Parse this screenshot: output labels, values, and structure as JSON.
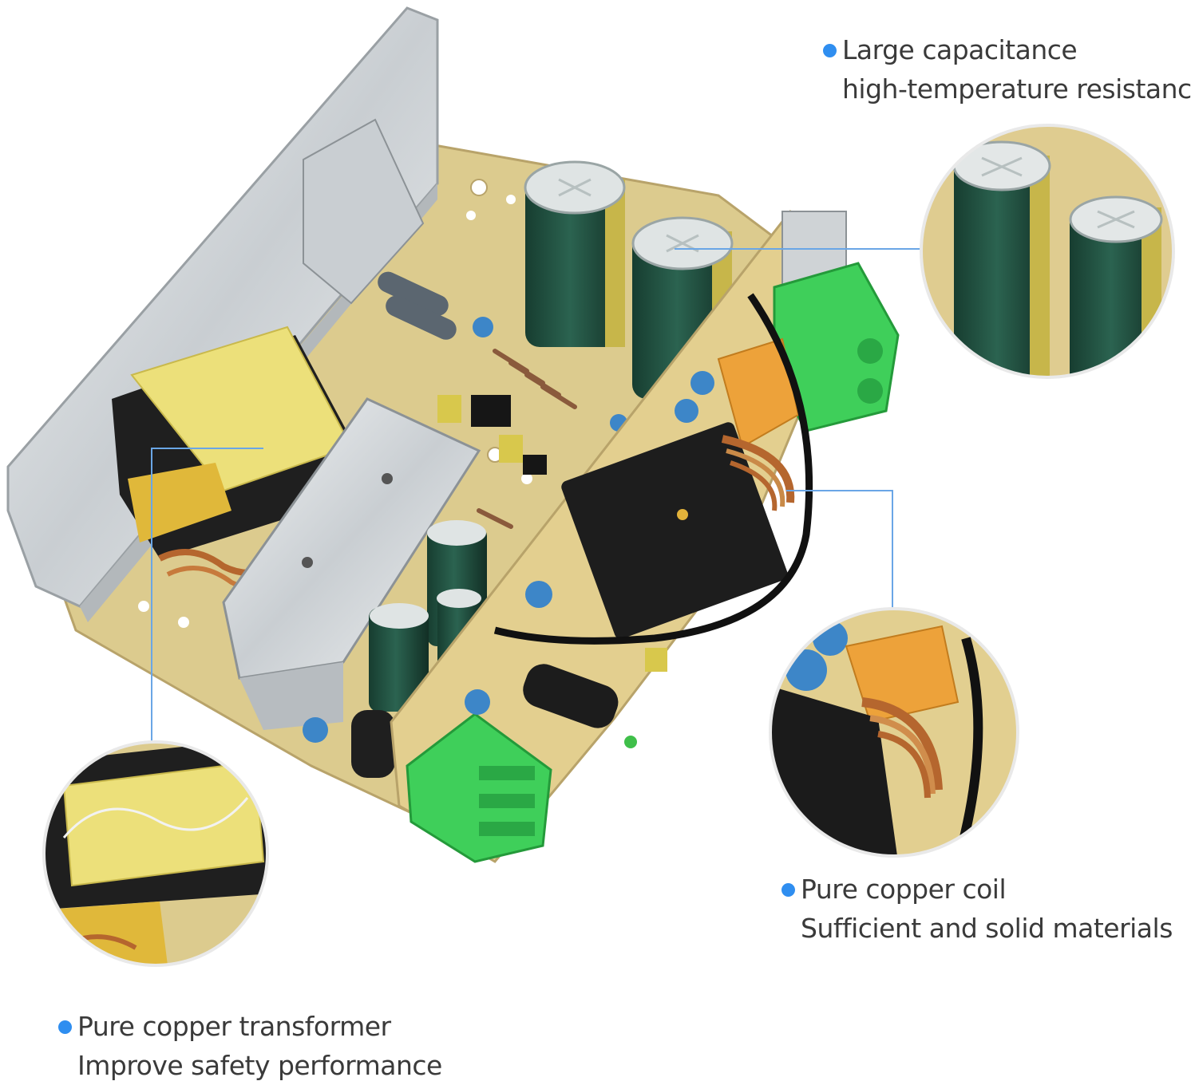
{
  "colors": {
    "accent": "#2f8ef0",
    "leader_line": "#6aa6e6",
    "pcb": "#dcc88c",
    "capacitor": "#1d4a3a",
    "transformer_tape": "#eee07a",
    "terminal": "#3fcf5a",
    "copper": "#b5662e",
    "heatsink": "#d9dde0"
  },
  "callouts": {
    "capacitor": {
      "line1": "Large capacitance",
      "line2": "high-temperature resistance"
    },
    "coil": {
      "line1": "Pure copper coil",
      "line2": "Sufficient and solid materials"
    },
    "transformer": {
      "line1": "Pure copper transformer",
      "line2": "Improve safety performance"
    }
  }
}
